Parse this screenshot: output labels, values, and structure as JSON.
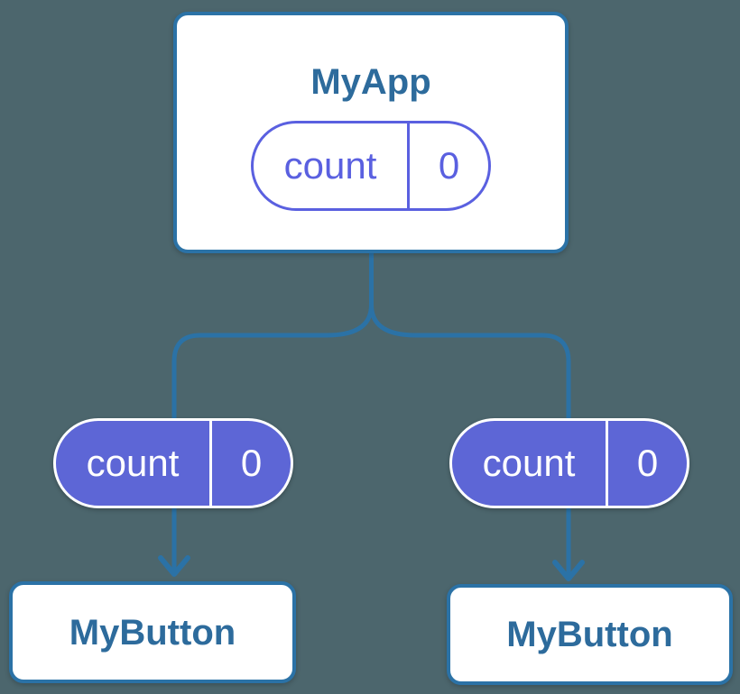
{
  "colors": {
    "background": "#4c666d",
    "connector": "#2b72a6",
    "card_bg": "#ffffff",
    "card_text": "#2d6b9c",
    "purple_line": "#5a60e0",
    "purple_fill": "#5d66d6"
  },
  "icons": {
    "arrowhead": "arrow-down"
  },
  "diagram": {
    "root": {
      "title": "MyApp",
      "state": {
        "label": "count",
        "value": "0"
      }
    },
    "children": [
      {
        "title": "MyButton",
        "state": {
          "label": "count",
          "value": "0"
        }
      },
      {
        "title": "MyButton",
        "state": {
          "label": "count",
          "value": "0"
        }
      }
    ]
  }
}
